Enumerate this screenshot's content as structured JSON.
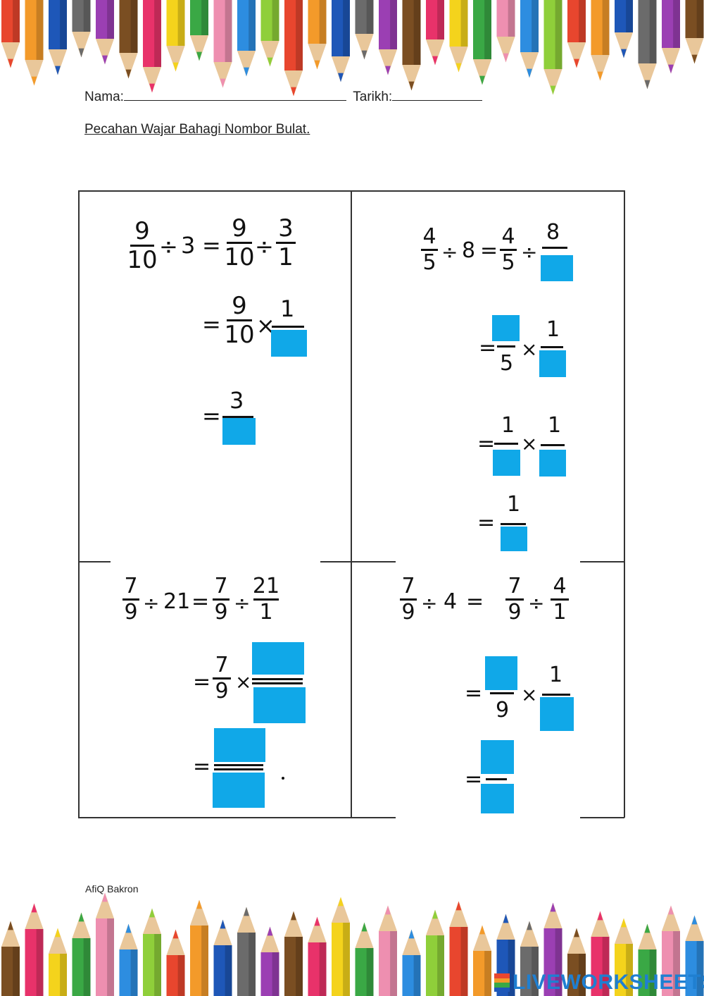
{
  "header": {
    "name_label": "Nama:",
    "date_label": "Tarikh:"
  },
  "title": "Pecahan Wajar Bahagi Nombor Bulat.",
  "footer": {
    "author": "AfiQ Bakron",
    "watermark": "LIVEWORKSHEETS"
  },
  "colors": {
    "answer_box": "#10a8e8",
    "pencils": [
      "#e8462e",
      "#f39a2a",
      "#1e57b8",
      "#6b6b6b",
      "#9b3fb3",
      "#7a4e22",
      "#e8326a",
      "#f4d31c",
      "#3aa845",
      "#ee8fb0",
      "#2d8de0",
      "#8fcf3a"
    ]
  },
  "problems": {
    "p1": {
      "line1": {
        "a_num": "9",
        "a_den": "10",
        "div": "÷",
        "whole": "3",
        "eq": "=",
        "b_num": "9",
        "b_den": "10",
        "div2": "÷",
        "c_num": "3",
        "c_den": "1"
      },
      "line2": {
        "eq": "=",
        "a_num": "9",
        "a_den": "10",
        "times": "×",
        "b_num": "1"
      },
      "line3": {
        "eq": "=",
        "num": "3"
      }
    },
    "p2": {
      "line1": {
        "a_num": "4",
        "a_den": "5",
        "div": "÷",
        "whole": "8",
        "eq": "=",
        "b_num": "4",
        "b_den": "5",
        "div2": "÷",
        "c_num": "8"
      },
      "line2": {
        "eq": "=",
        "a_den": "5",
        "times": "×",
        "b_num": "1"
      },
      "line3": {
        "eq": "=",
        "a_num": "1",
        "times": "×",
        "b_num": "1"
      },
      "line4": {
        "eq": "=",
        "num": "1"
      }
    },
    "p3": {
      "line1": {
        "a_num": "7",
        "a_den": "9",
        "div": "÷",
        "whole": "21",
        "eq": "=",
        "b_num": "7",
        "b_den": "9",
        "div2": "÷",
        "c_num": "21",
        "c_den": "1"
      },
      "line2": {
        "eq": "=",
        "a_num": "7",
        "a_den": "9",
        "times": "×"
      },
      "line3": {
        "eq": "="
      }
    },
    "p4": {
      "line1": {
        "a_num": "7",
        "a_den": "9",
        "div": "÷",
        "whole": "4",
        "eq": "=",
        "b_num": "7",
        "b_den": "9",
        "div2": "÷",
        "c_num": "4",
        "c_den": "1"
      },
      "line2": {
        "eq": "=",
        "a_den": "9",
        "times": "×",
        "b_num": "1"
      },
      "line3": {
        "eq": "="
      }
    }
  }
}
